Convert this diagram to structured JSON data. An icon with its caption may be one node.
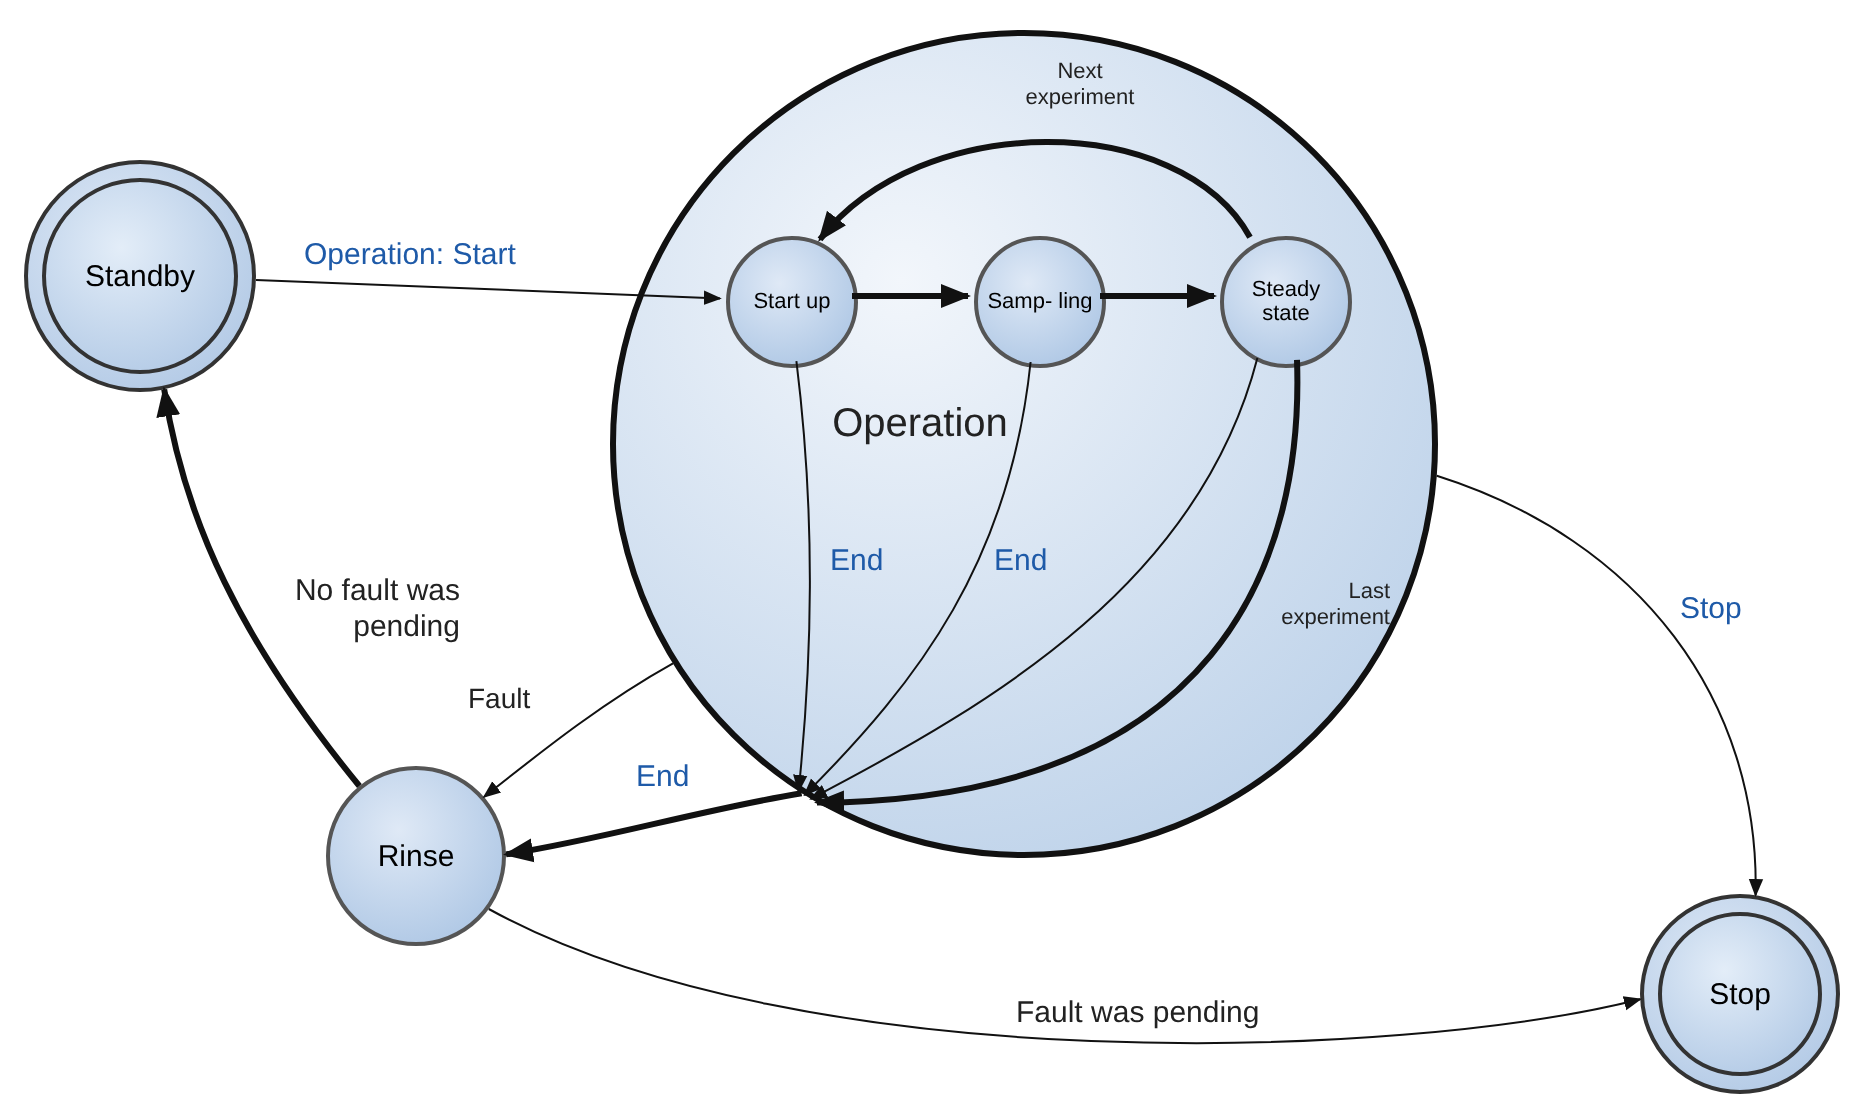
{
  "diagram": {
    "nodes": [
      {
        "text": [
          "Standby"
        ]
      },
      {
        "text": [
          "Operation"
        ]
      },
      {
        "text": [
          "Start up"
        ],
        "in": 1
      },
      {
        "text": [
          "Samp- ling"
        ],
        "in": 1
      },
      {
        "text": [
          "Steady state"
        ],
        "in": 1
      },
      {
        "text": [
          "Rinse"
        ]
      },
      {
        "text": [
          "Stop"
        ]
      }
    ],
    "edges": [
      {
        "from": 0,
        "to": 2,
        "arrow": "to",
        "label": "Operation: Start"
      },
      {
        "from": 2,
        "to": 3,
        "arrow": "to",
        "style": "thick"
      },
      {
        "from": 3,
        "to": 4,
        "arrow": "to",
        "style": "thick"
      },
      {
        "from": 4,
        "to": 2,
        "arrow": "to",
        "style": "thick",
        "label": "Next experiment"
      },
      {
        "from": 2,
        "to": 1,
        "arrow": "to",
        "label": "End"
      },
      {
        "from": 3,
        "to": 1,
        "arrow": "to",
        "label": "End"
      },
      {
        "from": 4,
        "to": 1,
        "arrow": "to"
      },
      {
        "from": 4,
        "to": 1,
        "arrow": "to",
        "style": "thick",
        "label": "Last experiment"
      },
      {
        "from": 1,
        "to": 5,
        "arrow": "to",
        "style": "thick",
        "label": "End"
      },
      {
        "from": 1,
        "to": 5,
        "arrow": "to",
        "label": "Fault"
      },
      {
        "from": 1,
        "to": 6,
        "arrow": "to",
        "label": "Stop"
      },
      {
        "from": 5,
        "to": 0,
        "arrow": "to",
        "style": "thick",
        "label": "No fault was pending"
      },
      {
        "from": 5,
        "to": 6,
        "arrow": "to",
        "label": "Fault was pending"
      }
    ]
  }
}
